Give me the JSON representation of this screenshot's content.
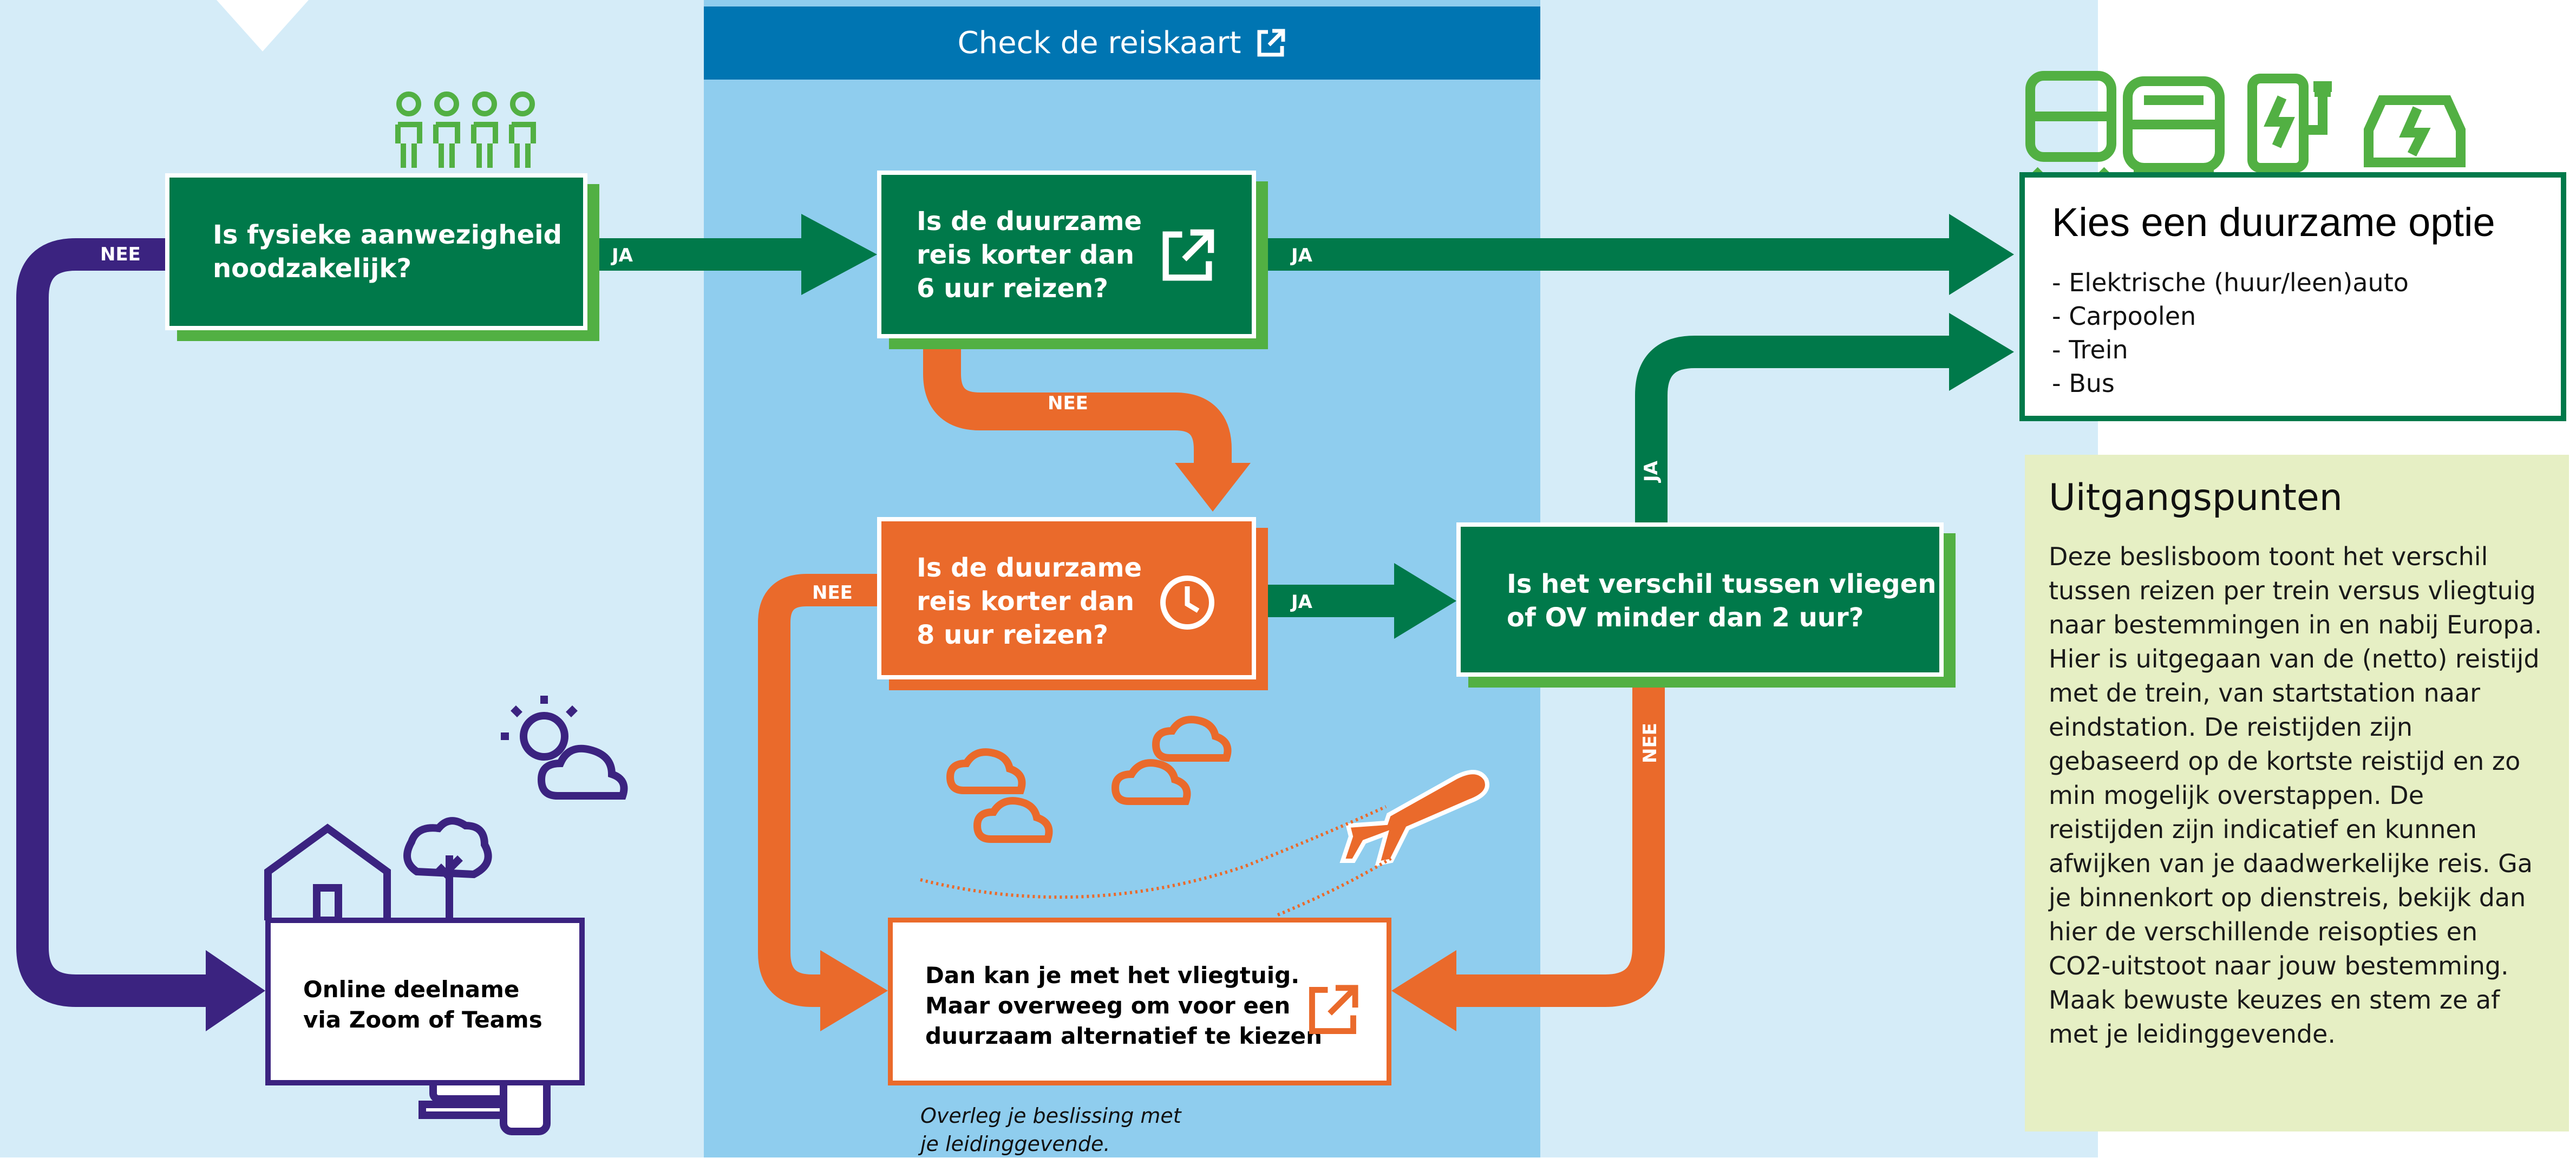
{
  "header": {
    "title": "Check de reiskaart"
  },
  "questions": {
    "q1": {
      "text_line1": "Is fysieke aanwezigheid",
      "text_line2": "noodzakelijk?"
    },
    "q2": {
      "text_line1": "Is de duurzame",
      "text_line2": "reis korter dan",
      "text_line3": "6 uur reizen?"
    },
    "q3": {
      "text_line1": "Is de duurzame",
      "text_line2": "reis korter dan",
      "text_line3": "8 uur reizen?"
    },
    "q4": {
      "text_line1": "Is het verschil tussen vliegen",
      "text_line2": "of OV minder dan 2 uur?"
    }
  },
  "outcomes": {
    "online": {
      "line1": "Online deelname",
      "line2": "via Zoom of Teams"
    },
    "fly": {
      "line1": "Dan kan je met het vliegtuig.",
      "line2": "Maar overweeg om voor een",
      "line3": "duurzaam alternatief te kiezen"
    },
    "sustainable": {
      "title": "Kies een duurzame optie",
      "items": [
        "- Elektrische (huur/leen)auto",
        "- Carpoolen",
        "- Trein",
        "- Bus"
      ]
    }
  },
  "labels": {
    "yes": "JA",
    "no": "NEE"
  },
  "footnote": {
    "line1": "Overleg je beslissing met",
    "line2": "je leidinggevende."
  },
  "principles": {
    "title": "Uitgangspunten",
    "body": "Deze beslisboom toont het verschil tussen reizen per trein versus vliegtuig naar bestemmingen in en nabij Europa. Hier is uitgegaan van de (netto) reistijd met de trein, van startstation naar eindstation. De reistijden zijn gebaseerd op de kortste reistijd en zo min mogelijk overstappen. De reistijden zijn indicatief en kunnen afwijken van je daadwerkelijke reis. Ga je binnenkort op dienstreis, bekijk dan hier de verschillende reisopties en CO2-uitstoot naar jouw bestemming. Maak bewuste keuzes en stem ze af met je leidinggevende."
  },
  "colors": {
    "green": "#00794a",
    "light_green": "#52b043",
    "orange": "#ea6a2b",
    "purple": "#3b2380",
    "blue": "#0075b2"
  },
  "icons": [
    "external-link-icon",
    "clock-icon",
    "people-icon",
    "train-icon",
    "bus-icon",
    "charging-station-icon",
    "electric-car-icon",
    "sun-cloud-icon",
    "house-icon",
    "tree-icon",
    "devices-icon",
    "clouds-icon",
    "airplane-icon"
  ]
}
